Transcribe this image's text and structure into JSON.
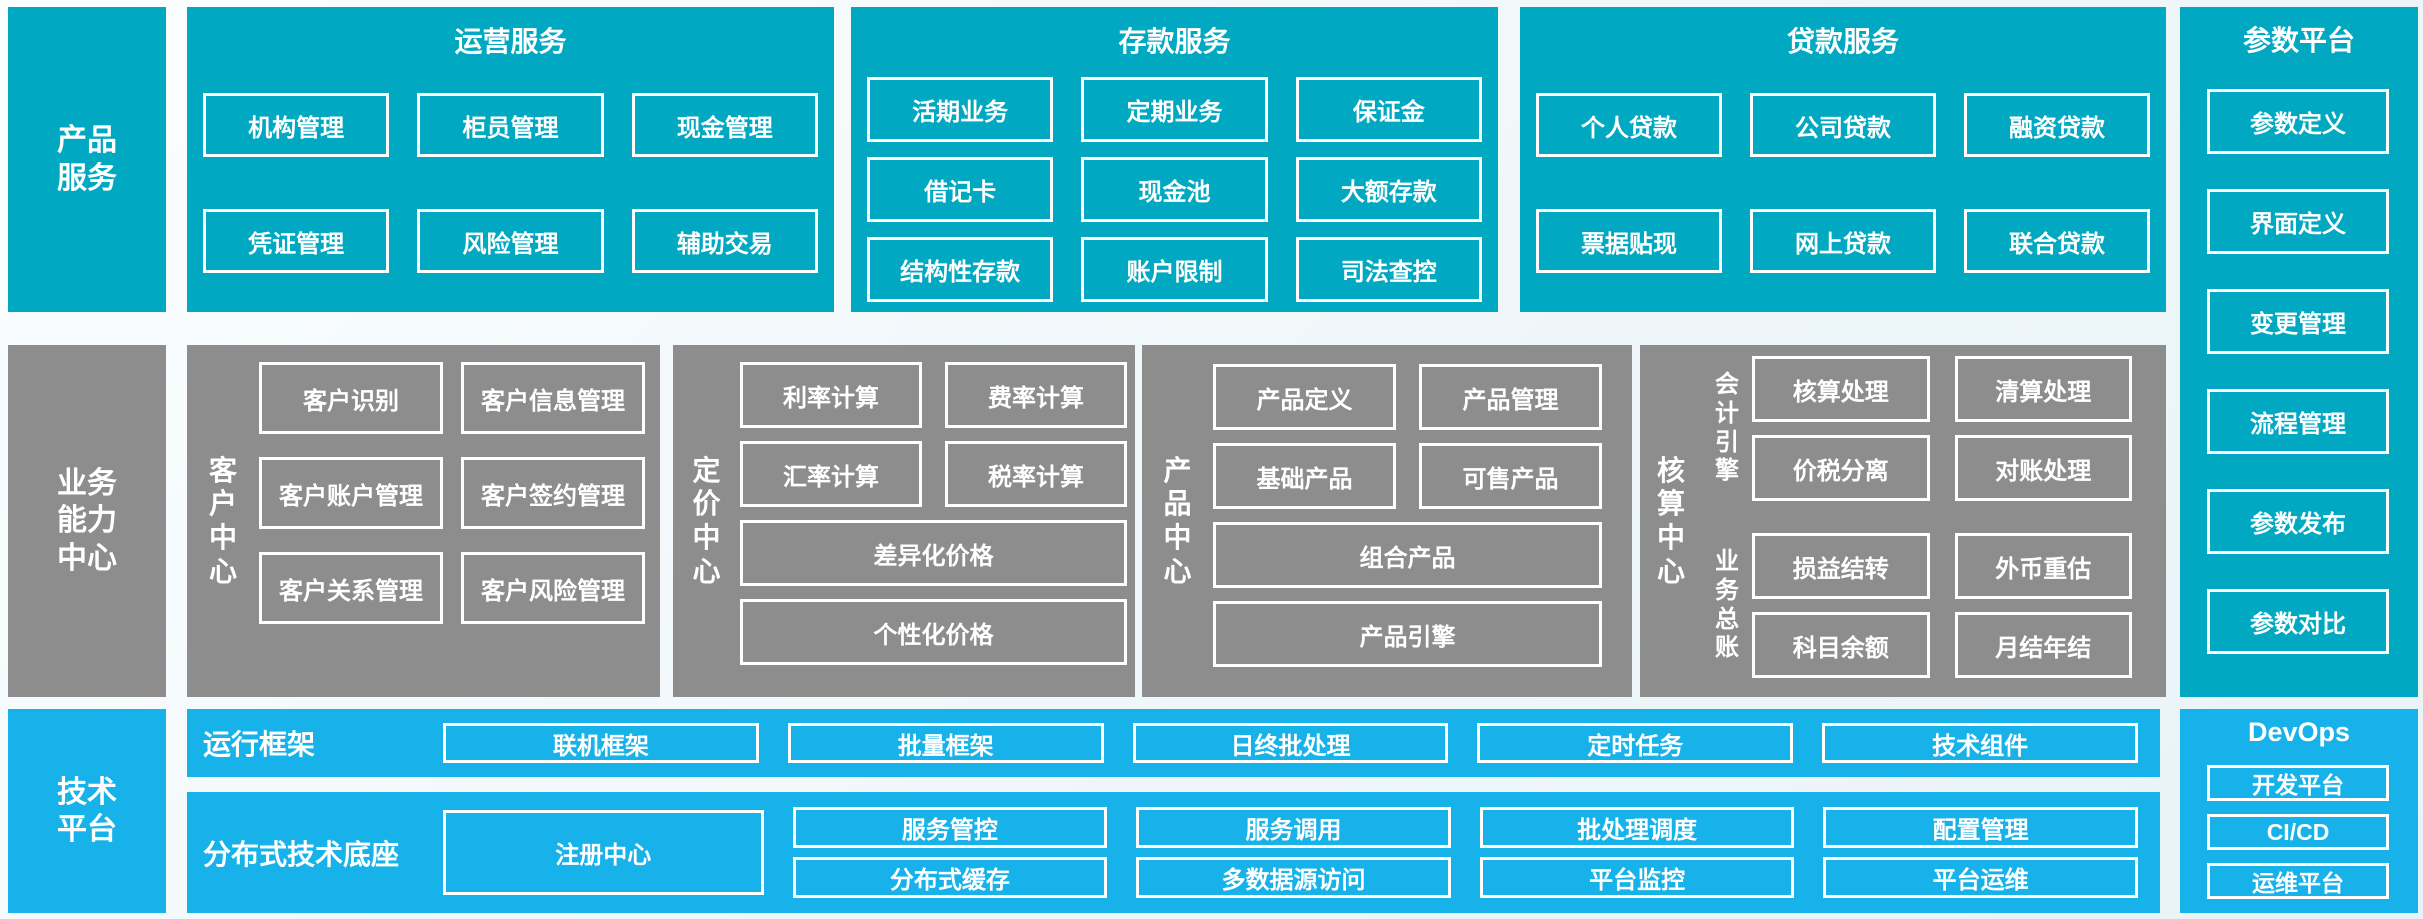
{
  "colors": {
    "teal": "#00a9c1",
    "sky_blue": "#17b2e9",
    "gray": "#8d8d8d",
    "box_border": "#ffffff",
    "text": "#ffffff",
    "page_background": "#eef6f9"
  },
  "rows": {
    "products": {
      "sidebar": "产品\n服务",
      "panels": [
        {
          "title": "运营服务",
          "boxes": [
            "机构管理",
            "柜员管理",
            "现金管理",
            "凭证管理",
            "风险管理",
            "辅助交易"
          ]
        },
        {
          "title": "存款服务",
          "boxes": [
            "活期业务",
            "定期业务",
            "保证金",
            "借记卡",
            "现金池",
            "大额存款",
            "结构性存款",
            "账户限制",
            "司法查控"
          ]
        },
        {
          "title": "贷款服务",
          "boxes": [
            "个人贷款",
            "公司贷款",
            "融资贷款",
            "票据贴现",
            "网上贷款",
            "联合贷款"
          ]
        }
      ]
    },
    "capabilities": {
      "sidebar": "业务\n能力\n中心",
      "panels": [
        {
          "label": "客\n户\n中\n心",
          "boxes": [
            "客户识别",
            "客户信息管理",
            "客户账户管理",
            "客户签约管理",
            "客户关系管理",
            "客户风险管理"
          ]
        },
        {
          "label": "定\n价\n中\n心",
          "boxes": [
            "利率计算",
            "费率计算",
            "汇率计算",
            "税率计算"
          ],
          "wide_boxes": [
            "差异化价格",
            "个性化价格"
          ]
        },
        {
          "label": "产\n品\n中\n心",
          "boxes": [
            "产品定义",
            "产品管理",
            "基础产品",
            "可售产品"
          ],
          "wide_boxes": [
            "组合产品",
            "产品引擎"
          ]
        },
        {
          "label": "核\n算\n中\n心",
          "groups": [
            {
              "label": "会\n计\n引\n擎",
              "boxes": [
                "核算处理",
                "清算处理",
                "价税分离",
                "对账处理"
              ]
            },
            {
              "label": "业\n务\n总\n账",
              "boxes": [
                "损益结转",
                "外币重估",
                "科目余额",
                "月结年结"
              ]
            }
          ]
        }
      ]
    },
    "tech": {
      "sidebar": "技术\n平台",
      "bands": [
        {
          "label": "运行框架",
          "boxes": [
            "联机框架",
            "批量框架",
            "日终批处理",
            "定时任务",
            "技术组件"
          ]
        },
        {
          "label": "分布式技术底座",
          "tall_box": "注册中心",
          "columns": [
            [
              "服务管控",
              "分布式缓存"
            ],
            [
              "服务调用",
              "多数据源访问"
            ],
            [
              "批处理调度",
              "平台监控"
            ],
            [
              "配置管理",
              "平台运维"
            ]
          ]
        }
      ]
    },
    "right": {
      "params": {
        "title": "参数平台",
        "boxes": [
          "参数定义",
          "界面定义",
          "变更管理",
          "流程管理",
          "参数发布",
          "参数对比"
        ]
      },
      "devops": {
        "title": "DevOps",
        "boxes": [
          "开发平台",
          "CI/CD",
          "运维平台"
        ]
      }
    }
  }
}
